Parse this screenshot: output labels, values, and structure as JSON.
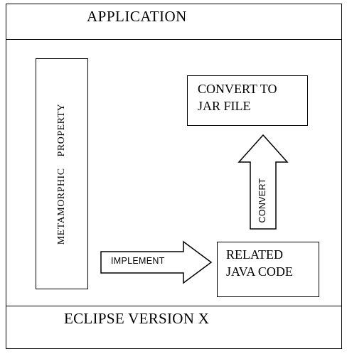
{
  "header": {
    "title": "APPLICATION"
  },
  "footer": {
    "title": "ECLIPSE VERSION X"
  },
  "side_panel": {
    "label": "METAMORPHIC    PROPERTY"
  },
  "jar_box": {
    "line1": "CONVERT TO",
    "line2": "JAR FILE"
  },
  "java_box": {
    "line1": "RELATED",
    "line2": "JAVA CODE"
  },
  "arrows": {
    "implement": "IMPLEMENT",
    "convert": "CONVERT"
  }
}
